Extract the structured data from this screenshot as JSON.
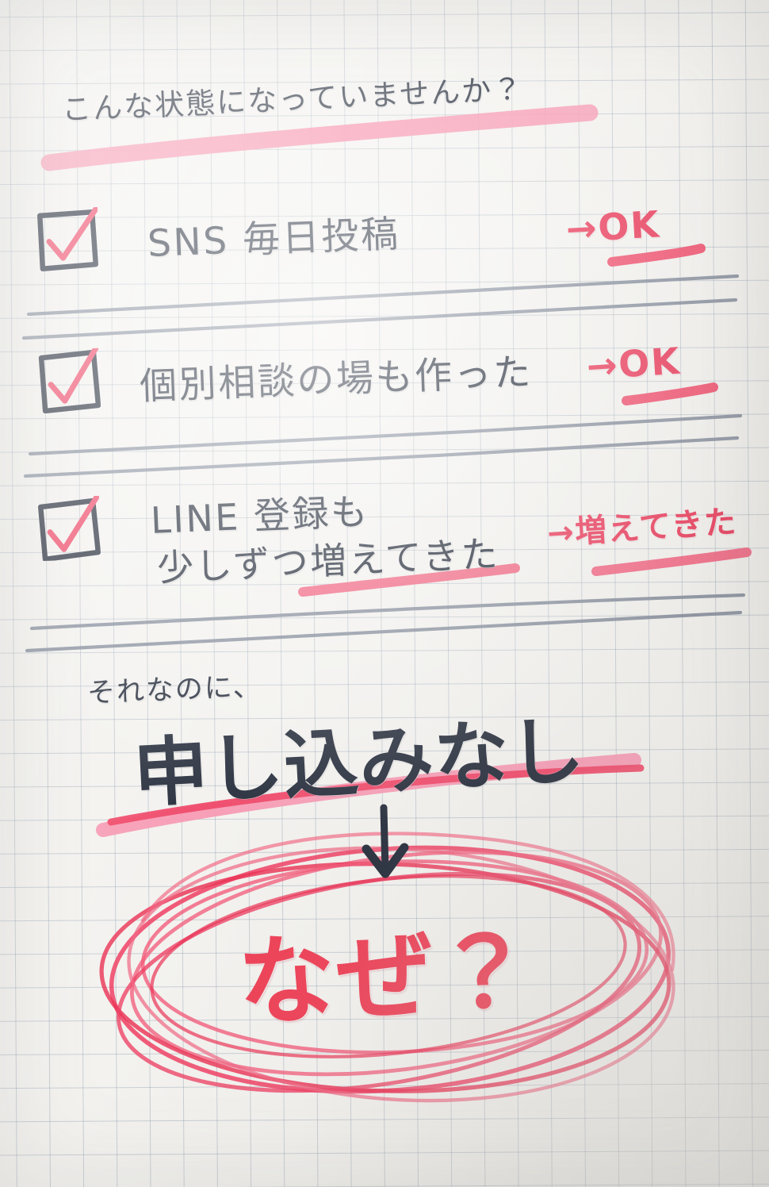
{
  "page": {
    "title": "こんな状態になっていませんか？",
    "background_color": "#f3f2ef",
    "grid_line_color": "#96a3b4",
    "ink_color": "#2b3240",
    "accent_pink": "#ea3f5e",
    "highlighter_pink": "#f79ab3",
    "separator_color": "#8a919e"
  },
  "header": {
    "text": "こんな状態になっていませんか？",
    "highlight": "underline-highlighter-pink"
  },
  "checklist": {
    "items": [
      {
        "checked": true,
        "check_mark": "✓",
        "label": "SNS 毎日投稿",
        "label_lines": [
          "SNS 毎日投稿"
        ],
        "result": "→OK",
        "result_underlined": true
      },
      {
        "checked": true,
        "check_mark": "✓",
        "label": "個別相談の場も作った",
        "label_lines": [
          "個別相談の場も作った"
        ],
        "result": "→OK",
        "result_underlined": true
      },
      {
        "checked": true,
        "check_mark": "✓",
        "label": "LINE 登録も 少しずつ増えてきた",
        "label_lines": [
          "LINE 登録も",
          "少しずつ増えてきた"
        ],
        "label_underlined": true,
        "result": "→増えてきた",
        "result_underlined": true
      }
    ]
  },
  "conclusion": {
    "lead": "それなのに、",
    "emphasis": "申し込みなし",
    "emphasis_underlined": true,
    "arrow": "down-arrow",
    "question": "なぜ？",
    "question_circled": true
  }
}
